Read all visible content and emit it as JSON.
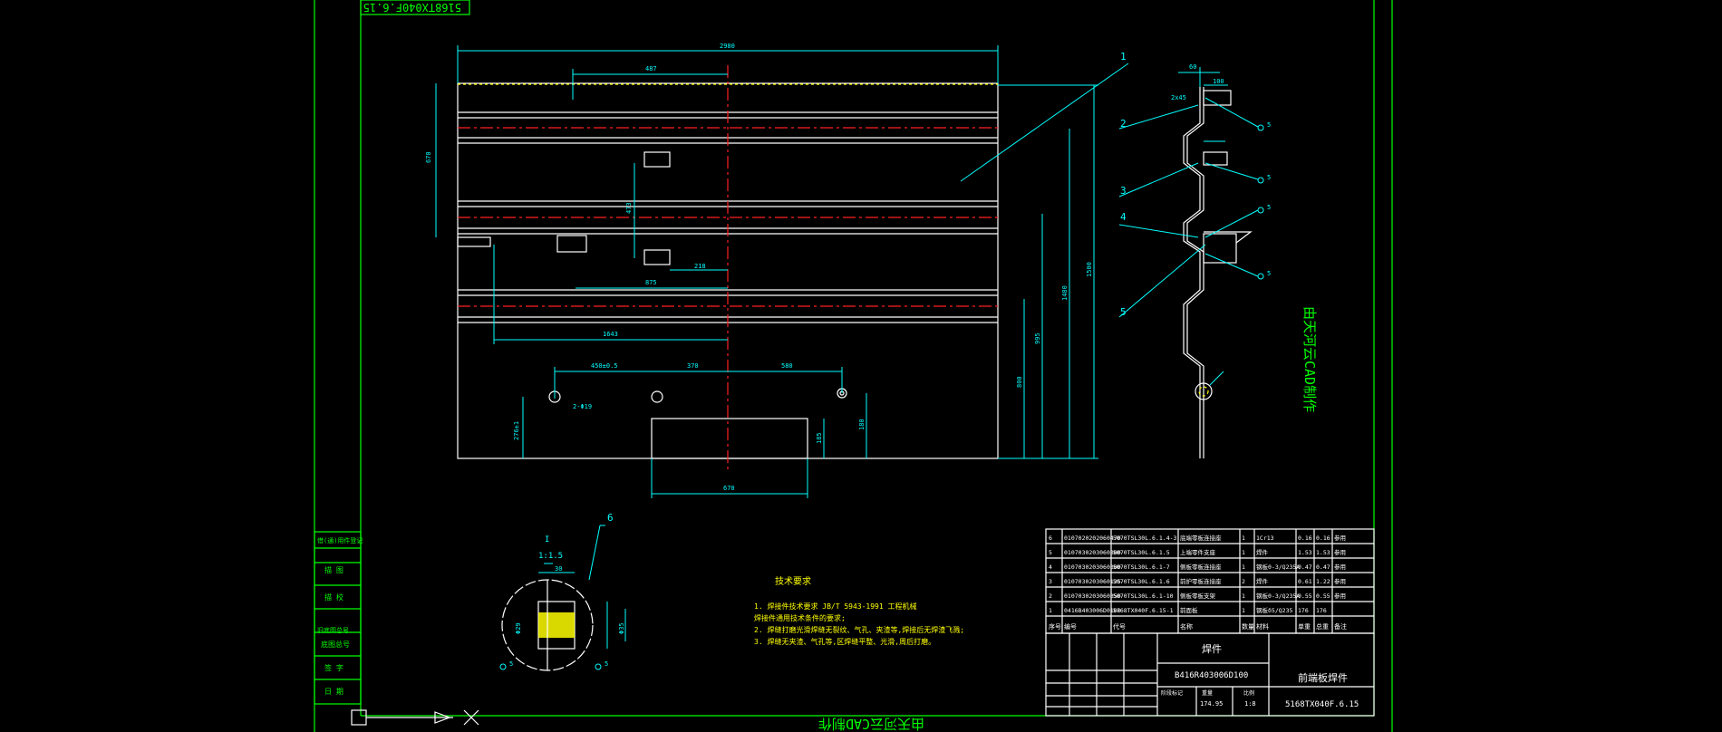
{
  "drawing": {
    "top_label": "5168TX040F.6.15",
    "watermark": "由天河云CAD制作",
    "title_block": {
      "part_type": "焊件",
      "drawing_no": "B416R403006D100",
      "part_name": "前端板焊件",
      "bottom_code": "5168TX040F.6.15",
      "weight": "174.95",
      "scale": "1:8",
      "weight_label": "重量",
      "scale_label": "比例",
      "stage_label": "阶段标记"
    },
    "bom": {
      "headers": [
        "序号",
        "编号",
        "代号",
        "名称",
        "数量",
        "材料",
        "单重",
        "总重",
        "备注"
      ],
      "rows": [
        [
          "6",
          "0107020202060470",
          "5070TSL30L.6.1.4-3",
          "底端零板连接座",
          "1",
          "1Cr13",
          "0.16",
          "0.16",
          "参用"
        ],
        [
          "5",
          "0107030203060300",
          "5070TSL30L.6.1.5",
          "上端零件支座",
          "1",
          "焊件",
          "1.53",
          "1.53",
          "参用"
        ],
        [
          "4",
          "0107030203060300",
          "5070TSL30L.6.1-7",
          "侧板零板连接座",
          "1",
          "钢板0-3/Q235A",
          "0.47",
          "0.47",
          "参用"
        ],
        [
          "3",
          "0107030203060125",
          "5070TSL30L.6.1.6",
          "前护零板连接座",
          "2",
          "焊件",
          "0.61",
          "1.22",
          "参用"
        ],
        [
          "2",
          "0107030203060350",
          "5070TSL30L.6.1-10",
          "侧板零板支架",
          "1",
          "钢板0-3/Q235A",
          "0.55",
          "0.55",
          "参用"
        ],
        [
          "1",
          "0416B403006D0100",
          "5168TX040F.6.15-1",
          "前面板",
          "1",
          "钢板δ5/Q235",
          "176",
          "176",
          ""
        ]
      ]
    },
    "tech_requirements": {
      "title": "技术要求",
      "lines": [
        "1. 焊接件技术要求 JB/T 5943-1991 工程机械",
        "   焊接件通用技术条件的要求;",
        "2. 焊缝打磨光滑焊缝无裂纹、气孔、夹渣等,焊接后无焊渣飞溅;",
        "3. 焊缝无夹渣、气孔等,区焊缝平整、光滑,周后打磨。"
      ]
    },
    "left_strip": [
      "借(通)用件登记",
      "描 图",
      "描 校",
      "旧底图总号",
      "底图总号",
      "签 字",
      "日 期"
    ],
    "dimensions": {
      "overall_width": "2980",
      "d487": "487",
      "d670": "670",
      "d473": "473",
      "d875": "875",
      "d1643": "1643",
      "d218": "218",
      "d450": "450±0.5",
      "d370": "370",
      "d580": "580",
      "d670b": "670",
      "d276": "276±1",
      "d185": "185",
      "d180": "180",
      "d800": "800",
      "d995": "995",
      "d1480": "1480",
      "d1500": "1500",
      "hole": "2-Φ19",
      "d60": "60",
      "d100": "100",
      "d2x45": "2x45",
      "detail_scale": "1:1.5",
      "detail_mark": "I",
      "phi29": "Φ29",
      "phi35": "Φ35",
      "d30": "30"
    },
    "callouts": [
      "1",
      "2",
      "3",
      "4",
      "5",
      "6"
    ],
    "weld_symbol": "5"
  }
}
